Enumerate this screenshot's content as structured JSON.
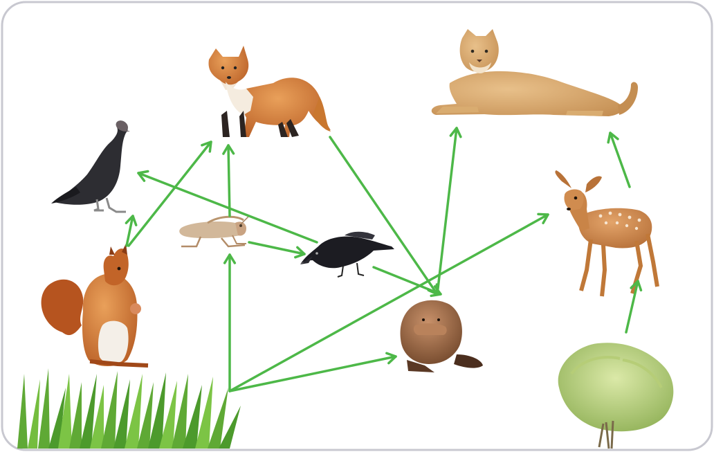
{
  "diagram": {
    "type": "food-web",
    "arrow_color": "#4db848",
    "frame_color": "#c8c8d0",
    "organisms": [
      {
        "id": "red-fox",
        "icon": "fox-icon"
      },
      {
        "id": "cougar",
        "icon": "cougar-icon"
      },
      {
        "id": "vulture",
        "icon": "vulture-icon"
      },
      {
        "id": "grasshopper",
        "icon": "grasshopper-icon"
      },
      {
        "id": "crow",
        "icon": "crow-icon"
      },
      {
        "id": "red-squirrel",
        "icon": "squirrel-icon"
      },
      {
        "id": "beaver",
        "icon": "beaver-icon"
      },
      {
        "id": "fawn",
        "icon": "deer-icon"
      },
      {
        "id": "grass",
        "icon": "grass-icon"
      },
      {
        "id": "shrub",
        "icon": "shrub-icon"
      }
    ],
    "links": [
      {
        "from": "red-squirrel",
        "to": "vulture"
      },
      {
        "from": "red-squirrel",
        "to": "red-fox"
      },
      {
        "from": "grasshopper",
        "to": "red-fox"
      },
      {
        "from": "grasshopper",
        "to": "crow"
      },
      {
        "from": "crow",
        "to": "vulture"
      },
      {
        "from": "crow",
        "to": "beaver"
      },
      {
        "from": "red-fox",
        "to": "beaver"
      },
      {
        "from": "beaver",
        "to": "cougar"
      },
      {
        "from": "grass",
        "to": "grasshopper"
      },
      {
        "from": "grass",
        "to": "beaver"
      },
      {
        "from": "grass",
        "to": "fawn"
      },
      {
        "from": "fawn",
        "to": "cougar"
      },
      {
        "from": "shrub",
        "to": "fawn"
      }
    ]
  }
}
